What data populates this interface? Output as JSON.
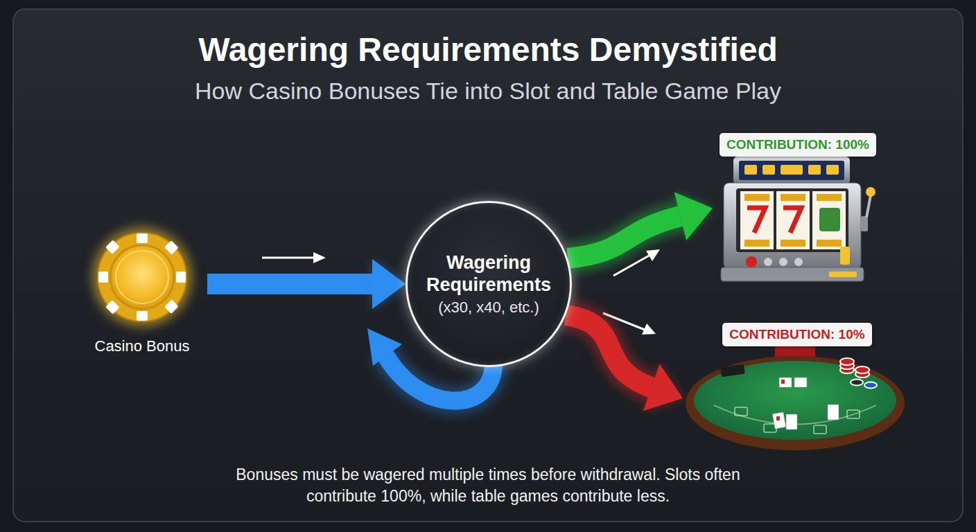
{
  "diagram": {
    "title": "Wagering Requirements Demystified",
    "caption": "Bonuses must be wagered multiple times before withdrawal. Slots often contribute 100%, while table games contribute less.",
    "nodes": [
      {
        "text": [
          "Casino Bonus"
        ]
      },
      {
        "text": [
          "Wagering Requirements",
          "(x30, x40, etc.)"
        ]
      },
      {
        "text": [
          "CONTRIBUTION: 100%"
        ]
      },
      {
        "text": [
          "CONTRIBUTION: 10%"
        ]
      }
    ],
    "edges": [
      {
        "from": 0,
        "to": 1,
        "arrow": "to"
      },
      {
        "from": 1,
        "to": 2,
        "arrow": "to"
      },
      {
        "from": 1,
        "to": 3,
        "arrow": "to"
      }
    ],
    "labels": [
      "How Casino Bonuses Tie into Slot and Table Game Play"
    ]
  }
}
